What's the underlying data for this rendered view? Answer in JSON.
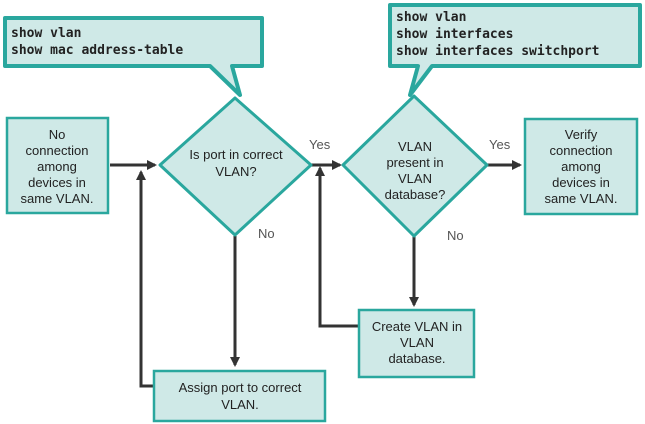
{
  "callouts": {
    "left": {
      "lines": [
        "show vlan",
        "show mac address-table"
      ]
    },
    "right": {
      "lines": [
        "show vlan",
        "show interfaces",
        "show interfaces switchport"
      ]
    }
  },
  "nodes": {
    "start": {
      "lines": [
        "No",
        "connection",
        "among",
        "devices in",
        "same VLAN."
      ]
    },
    "decision1": {
      "lines": [
        "Is port in correct",
        "VLAN?"
      ]
    },
    "decision2": {
      "lines": [
        "VLAN",
        "present in",
        "VLAN",
        "database?"
      ]
    },
    "end": {
      "lines": [
        "Verify",
        "connection",
        "among",
        "devices in",
        "same VLAN."
      ]
    },
    "create_vlan": {
      "lines": [
        "Create VLAN in",
        "VLAN",
        "database."
      ]
    },
    "assign_port": {
      "lines": [
        "Assign port to correct",
        "VLAN."
      ]
    }
  },
  "edge_labels": {
    "d1_yes": "Yes",
    "d1_no": "No",
    "d2_yes": "Yes",
    "d2_no": "No"
  },
  "colors": {
    "fill": "#cfe9e7",
    "stroke": "#2aa79e",
    "arrow": "#333333"
  }
}
